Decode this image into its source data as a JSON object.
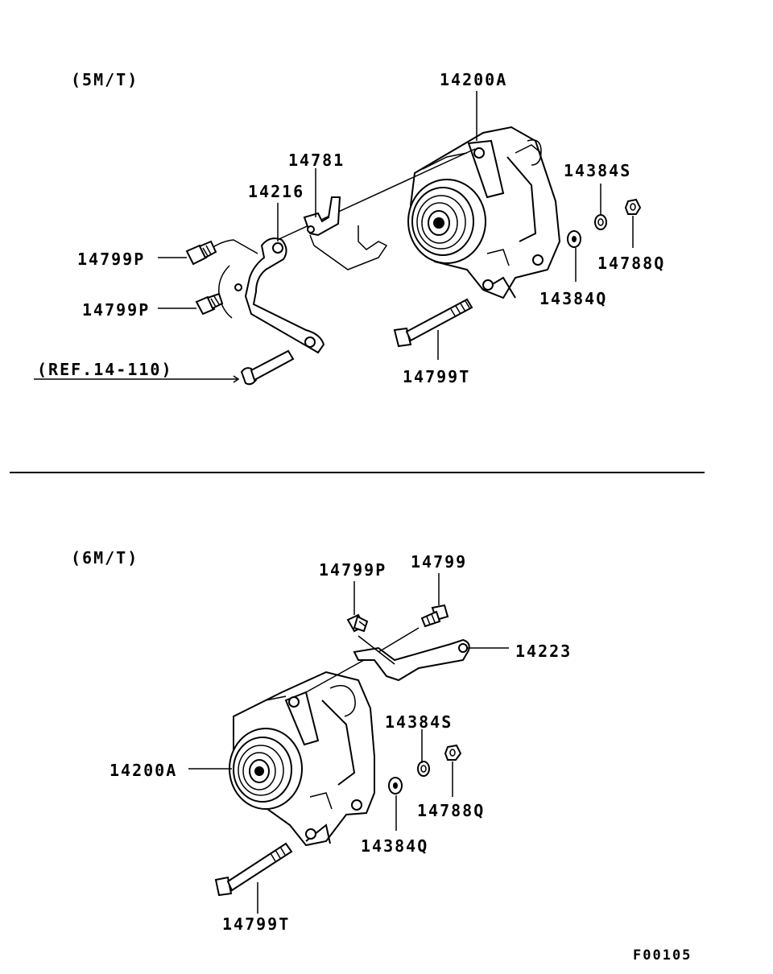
{
  "sections": [
    {
      "id": "5mt",
      "title": "(5M/T)",
      "labels": {
        "alternator": "14200A",
        "harness_bracket": "14781",
        "brace": "14216",
        "bolt_upper": "14799P",
        "bolt_lower": "14799P",
        "ref": "(REF.14-110)",
        "spring_washer": "14384S",
        "nut": "14788Q",
        "washer": "14384Q",
        "long_bolt": "14799T"
      }
    },
    {
      "id": "6mt",
      "title": "(6M/T)",
      "labels": {
        "bolt_left": "14799P",
        "bolt_right": "14799",
        "brace": "14223",
        "alternator": "14200A",
        "spring_washer": "14384S",
        "nut": "14788Q",
        "washer": "14384Q",
        "long_bolt": "14799T"
      }
    }
  ],
  "figure_code": "F00105"
}
